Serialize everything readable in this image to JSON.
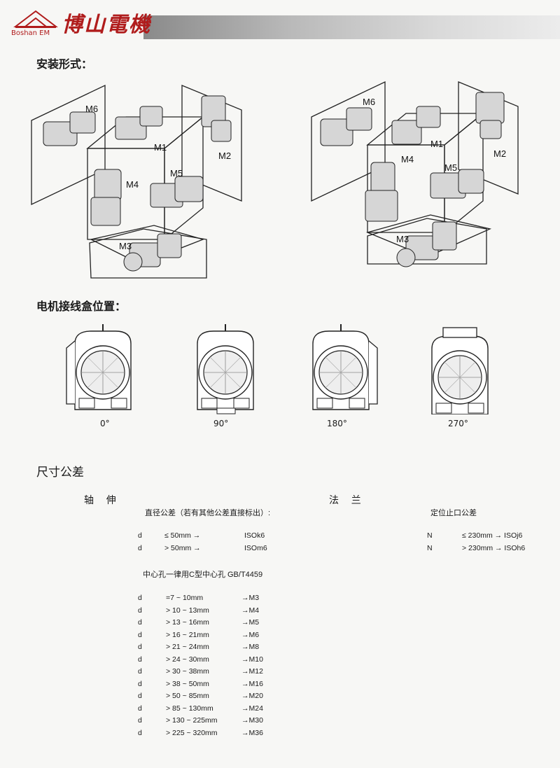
{
  "logo": {
    "brand": "博山電機",
    "sub": "Boshan EM"
  },
  "mounting": {
    "title": "安装形式：",
    "labels": [
      "M1",
      "M2",
      "M3",
      "M4",
      "M5",
      "M6"
    ]
  },
  "terminal_box": {
    "title": "电机接线盒位置：",
    "angles": [
      "0°",
      "90°",
      "180°",
      "270°"
    ]
  },
  "tolerance": {
    "title": "尺寸公差",
    "shaft": {
      "title": "轴    伸",
      "diameter_note": "直径公差（若有其他公差直接标出）:"
    },
    "flange": {
      "title": "法    兰",
      "note": "定位止口公差"
    },
    "shaft_rows": [
      {
        "sym": "d",
        "cond": "≤ 50mm →",
        "val": "ISOk6"
      },
      {
        "sym": "d",
        "cond": "> 50mm →",
        "val": "ISOm6"
      }
    ],
    "flange_rows": [
      {
        "sym": "N",
        "cond": "≤ 230mm → ISOj6"
      },
      {
        "sym": "N",
        "cond": "> 230mm → ISOh6"
      }
    ],
    "center_hole_title": "中心孔一律用C型中心孔 GB/T4459",
    "center_rows": [
      {
        "sym": "d",
        "range": "=7 ~ 10mm",
        "thread": "→M3"
      },
      {
        "sym": "d",
        "range": "> 10 ~ 13mm",
        "thread": "→M4"
      },
      {
        "sym": "d",
        "range": "> 13 ~ 16mm",
        "thread": "→M5"
      },
      {
        "sym": "d",
        "range": "> 16 ~ 21mm",
        "thread": "→M6"
      },
      {
        "sym": "d",
        "range": "> 21 ~ 24mm",
        "thread": "→M8"
      },
      {
        "sym": "d",
        "range": "> 24 ~ 30mm",
        "thread": "→M10"
      },
      {
        "sym": "d",
        "range": "> 30 ~ 38mm",
        "thread": "→M12"
      },
      {
        "sym": "d",
        "range": "> 38 ~ 50mm",
        "thread": "→M16"
      },
      {
        "sym": "d",
        "range": "> 50 ~ 85mm",
        "thread": "→M20"
      },
      {
        "sym": "d",
        "range": "> 85 ~ 130mm",
        "thread": "→M24"
      },
      {
        "sym": "d",
        "range": "> 130 ~ 225mm",
        "thread": "→M30"
      },
      {
        "sym": "d",
        "range": "> 225 ~ 320mm",
        "thread": "→M36"
      }
    ]
  },
  "colors": {
    "brand_red": "#b01c1c",
    "header_gray": "#9a9a9a"
  }
}
